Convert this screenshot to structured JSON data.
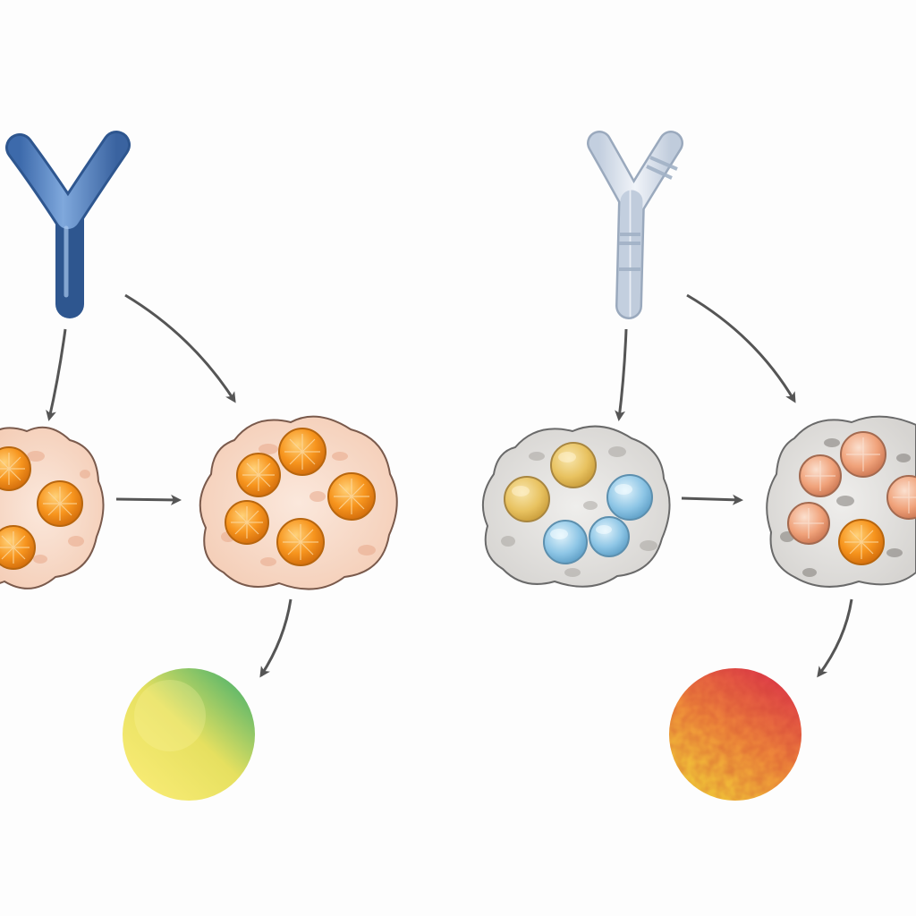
{
  "palette": {
    "background": "#fdfdfd",
    "antibody_healthy": "#4f7fbf",
    "antibody_faded": "#d8e1ec",
    "arrow": "#555555",
    "healthy_cluster_fill": "#f9e0d2",
    "healthy_cluster_stroke": "#7a5a4c",
    "faded_cluster_fill": "#e6e4e1",
    "faded_cluster_stroke": "#6a6a6a",
    "granule_orange": "#f7951e",
    "granule_yellow": "#e8c260",
    "granule_blue": "#8ec6e6",
    "granule_salmon": "#f0a27a",
    "result_green_yellow": [
      "#f5e86c",
      "#6cc070"
    ],
    "result_red_orange": [
      "#f0c040",
      "#e0484a"
    ]
  },
  "diagram": {
    "panels": [
      {
        "id": "left",
        "antibody": {
          "icon": "antibody-y-icon",
          "state": "intact"
        },
        "clusters": [
          {
            "id": "left-cluster-a",
            "granules": [
              "orange",
              "orange",
              "orange"
            ]
          },
          {
            "id": "left-cluster-b",
            "granules": [
              "orange",
              "orange",
              "orange",
              "orange",
              "orange"
            ]
          }
        ],
        "result": {
          "icon": "result-sphere-icon",
          "gradient": "green-yellow"
        }
      },
      {
        "id": "right",
        "antibody": {
          "icon": "antibody-y-icon",
          "state": "faded-banded"
        },
        "clusters": [
          {
            "id": "right-cluster-a",
            "granules": [
              "yellow",
              "yellow",
              "blue",
              "blue",
              "blue"
            ]
          },
          {
            "id": "right-cluster-b",
            "granules": [
              "salmon",
              "salmon",
              "salmon",
              "salmon",
              "orange"
            ]
          }
        ],
        "result": {
          "icon": "result-sphere-icon",
          "gradient": "red-orange"
        }
      }
    ]
  }
}
